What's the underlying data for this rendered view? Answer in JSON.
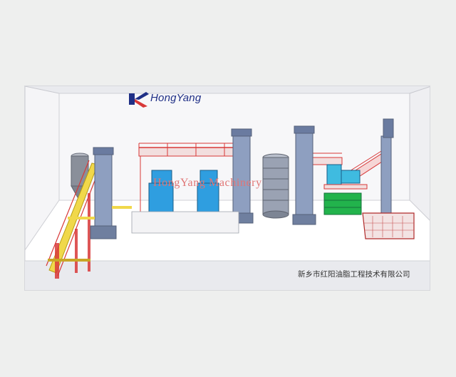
{
  "brand": {
    "name": "HongYang",
    "logo_color": "#1f2f86",
    "logo_icon": "hongyang-k-logo-icon"
  },
  "watermark": "HongYang Machinery",
  "company_name": "新乡市红阳油脂工程技术有限公司",
  "colors": {
    "walls": "#f4f4f6",
    "floor": "#ffffff",
    "elevator_blue": "#8e9fc0",
    "machine_cyan": "#2f9ee0",
    "conveyor_yellow": "#f0d84a",
    "railing_red": "#d83838",
    "press_green": "#22b34c",
    "tank_gray": "#8a8f9a"
  }
}
